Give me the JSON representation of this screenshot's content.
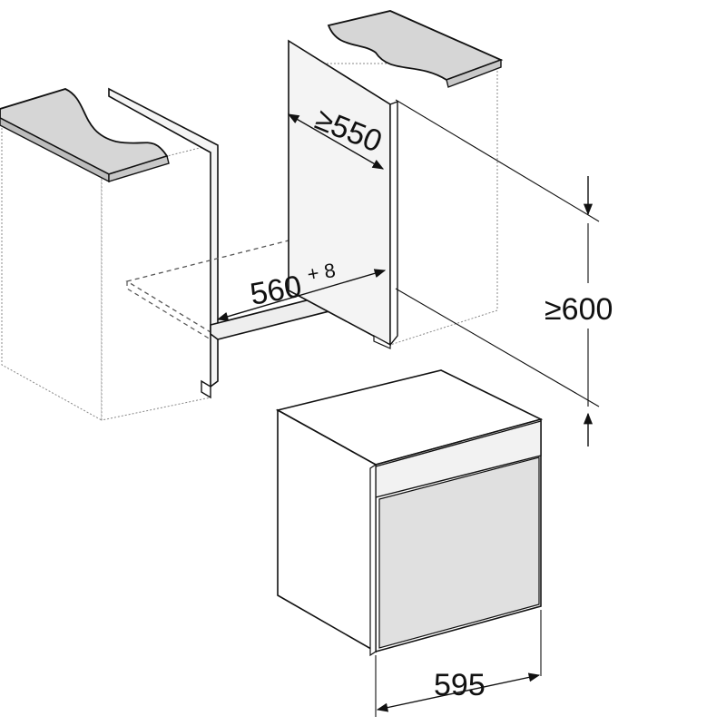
{
  "dimensions": {
    "depth_min": "≥550",
    "width_base": "560",
    "width_tolerance": "+ 8",
    "height_min": "≥600",
    "appliance_width": "595"
  },
  "colors": {
    "line": "#111111",
    "worktop": "#d6d6d6",
    "cabinet_fill": "#ffffff",
    "side_panel_fill": "#f4f4f4",
    "front_panel": "#e0e0e0",
    "control_strip": "#f2f2f2"
  }
}
